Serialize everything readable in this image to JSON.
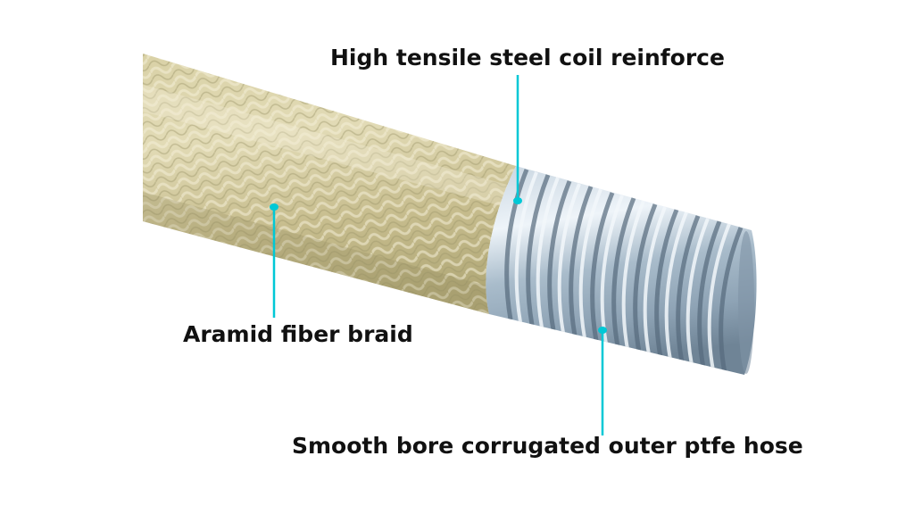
{
  "labels": {
    "steel_coil": "High tensile steel coil reinforce",
    "aramid_braid": "Aramid fiber braid",
    "ptfe_hose": "Smooth bore corrugated outer ptfe hose"
  },
  "colors": {
    "braid_base": "#c9c092",
    "braid_highlight": "#eae4c2",
    "braid_shadow": "#a9a173",
    "steel_base": "#9fb2c2",
    "steel_highlight": "#e4eef6",
    "steel_shadow": "#5d7184",
    "leader_line": "#00c8d6",
    "text": "#111111"
  }
}
